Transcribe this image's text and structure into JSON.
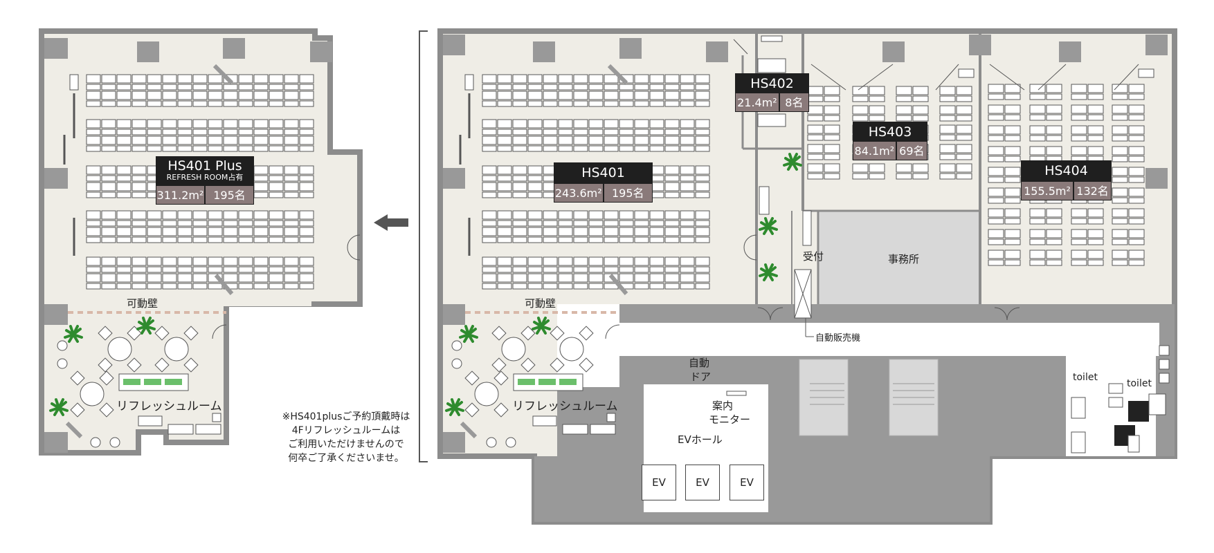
{
  "rooms": {
    "hs401plus": {
      "name": "HS401 Plus",
      "sub": "REFRESH ROOM占有",
      "area": "311.2m²",
      "capacity": "195名"
    },
    "hs401": {
      "name": "HS401",
      "area": "243.6m²",
      "capacity": "195名"
    },
    "hs402": {
      "name": "HS402",
      "area": "21.4m²",
      "capacity": "8名"
    },
    "hs403": {
      "name": "HS403",
      "area": "84.1m²",
      "capacity": "69名"
    },
    "hs404": {
      "name": "HS404",
      "area": "155.5m²",
      "capacity": "132名"
    }
  },
  "labels": {
    "movable_wall": "可動壁",
    "refresh_room": "リフレッシュルーム",
    "reception": "受付",
    "office": "事務所",
    "vending": "自動販売機",
    "auto_door_1": "自動",
    "auto_door_2": "ドア",
    "info_1": "案内",
    "info_2": "モニター",
    "ev_hall": "EVホール",
    "ev": "EV",
    "toilet": "toilet"
  },
  "note": [
    "※HS401plusご予約頂戴時は",
    "4Fリフレッシュルームは",
    "ご利用いただけませんので",
    "何卒ご了承くださいませ。"
  ],
  "colors": {
    "floor": "#efede6",
    "wall": "#8c8c8c",
    "core": "#999999",
    "label_bg": "#1f1f1f",
    "stat_bg": "#8a7a7a",
    "plant": "#2e8b2e"
  }
}
